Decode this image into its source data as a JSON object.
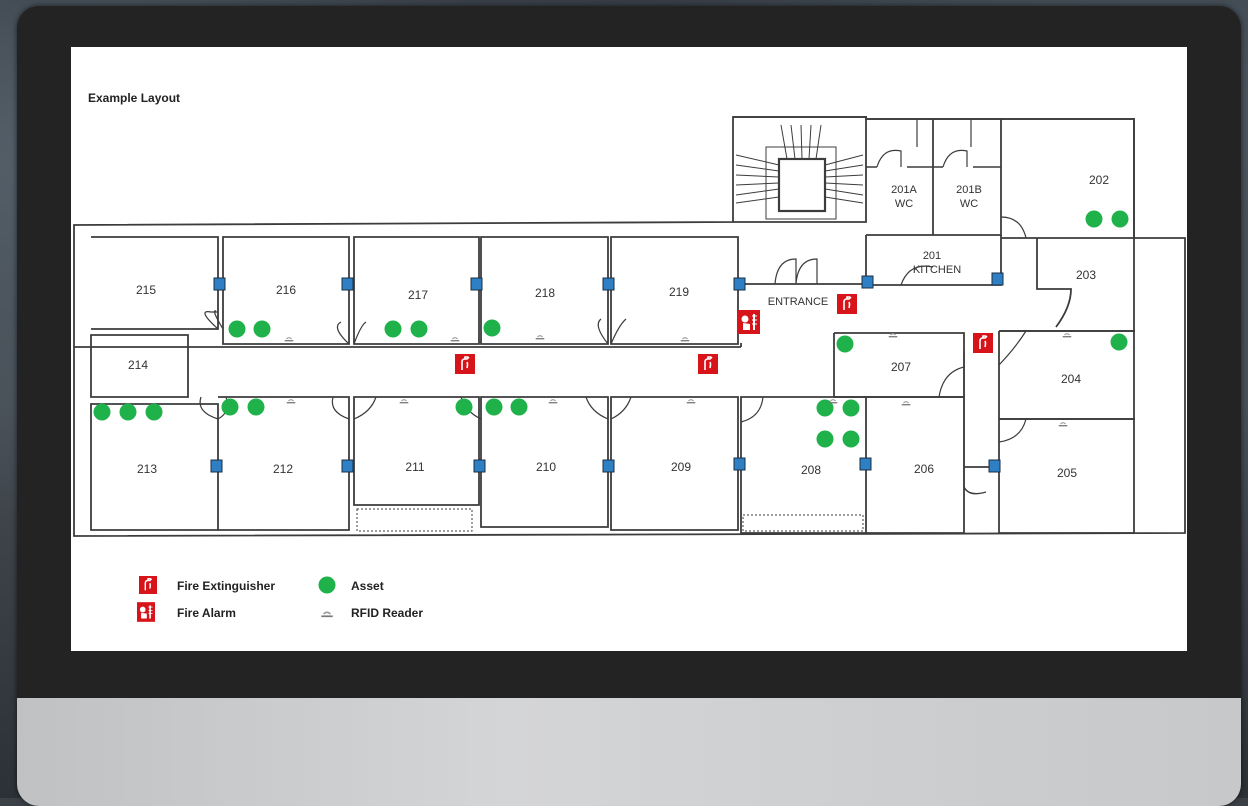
{
  "title": "Example Layout",
  "colors": {
    "asset": "#1fb24a",
    "reader": "#2f7fc4",
    "fire": "#d7141a",
    "wall": "#3c3c3c"
  },
  "rooms": {
    "r202": "202",
    "r203": "203",
    "r204": "204",
    "r205": "205",
    "r206": "206",
    "r207": "207",
    "r208": "208",
    "r209": "209",
    "r210": "210",
    "r211": "211",
    "r212": "212",
    "r213": "213",
    "r214": "214",
    "r215": "215",
    "r216": "216",
    "r217": "217",
    "r218": "218",
    "r219": "219",
    "r201a_1": "201A",
    "r201a_2": "WC",
    "r201b_1": "201B",
    "r201b_2": "WC",
    "r201_1": "201",
    "r201_2": "KITCHEN",
    "entrance": "ENTRANCE"
  },
  "legend": {
    "fire_extinguisher": "Fire Extinguisher",
    "fire_alarm": "Fire Alarm",
    "asset": "Asset",
    "rfid_reader": "RFID Reader"
  },
  "icons": {
    "fire_extinguisher": "fire-extinguisher-icon",
    "fire_alarm": "fire-alarm-icon",
    "asset": "asset-dot-icon",
    "rfid_reader": "rfid-reader-icon",
    "door_reader": "door-reader-icon"
  }
}
